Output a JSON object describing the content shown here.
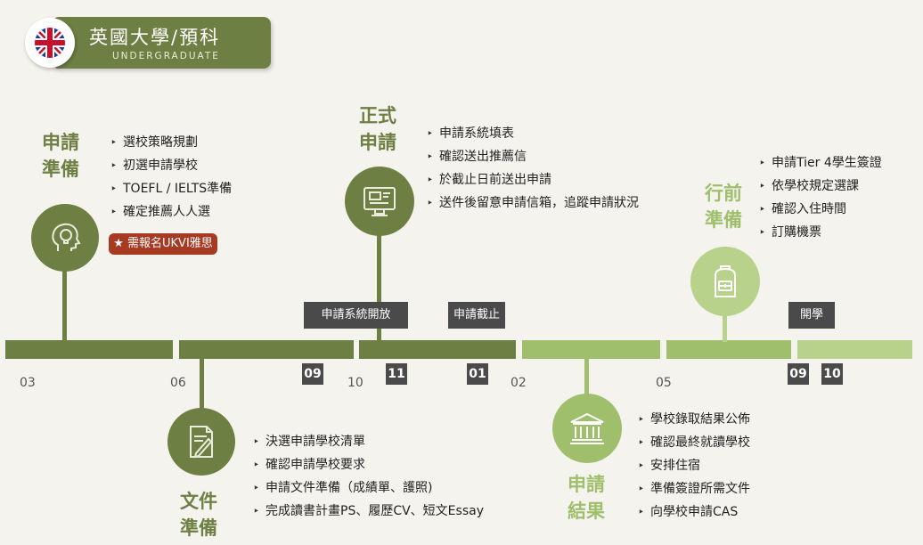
{
  "header": {
    "title": "英國大學/預科",
    "subtitle": "UNDERGRADUATE",
    "flag_icon": "uk-flag-icon"
  },
  "colors": {
    "dark_green": "#6e7f44",
    "mid_green": "#7f9a4d",
    "light_green": "#9fbf6c",
    "pale_green": "#b9d28b",
    "gray_tag": "#4a4a4a",
    "red_badge": "#a63a22",
    "text_green": "#6e7f44"
  },
  "stages": {
    "prep": {
      "title_line1": "申請",
      "title_line2": "準備",
      "icon": "brain-lightbulb-icon",
      "items": [
        "選校策略規劃",
        "初選申請學校",
        "TOEFL / IELTS準備",
        "確定推薦人人選"
      ],
      "note": "★ 需報名UKVI雅思"
    },
    "docs": {
      "title_line1": "文件",
      "title_line2": "準備",
      "icon": "document-pen-icon",
      "items": [
        "決選申請學校清單",
        "確認申請學校要求",
        "申請文件準備（成績單、護照)",
        "完成讀書計畫PS、履歷CV、短文Essay"
      ]
    },
    "apply": {
      "title_line1": "正式",
      "title_line2": "申請",
      "icon": "computer-form-icon",
      "items": [
        "申請系統填表",
        "確認送出推薦信",
        "於截止日前送出申請",
        "送件後留意申請信箱，追蹤申請狀況"
      ]
    },
    "result": {
      "title_line1": "申請",
      "title_line2": "結果",
      "icon": "university-building-icon",
      "items": [
        "學校錄取結果公佈",
        "確認最終就讀學校",
        "安排住宿",
        "準備簽證所需文件",
        "向學校申請CAS"
      ]
    },
    "depart": {
      "title_line1": "行前",
      "title_line2": "準備",
      "icon": "backpack-icon",
      "items": [
        "申請Tier 4學生簽證",
        "依學校規定選課",
        "確認入住時間",
        "訂購機票"
      ]
    }
  },
  "tags": {
    "system_open": "申請系統開放",
    "deadline": "申請截止",
    "school_start": "開學"
  },
  "months": {
    "m03": "03",
    "m06": "06",
    "m09": "09",
    "m10": "10",
    "m11": "11",
    "m01": "01",
    "m02": "02",
    "m05": "05",
    "m09b": "09",
    "m10b": "10"
  }
}
